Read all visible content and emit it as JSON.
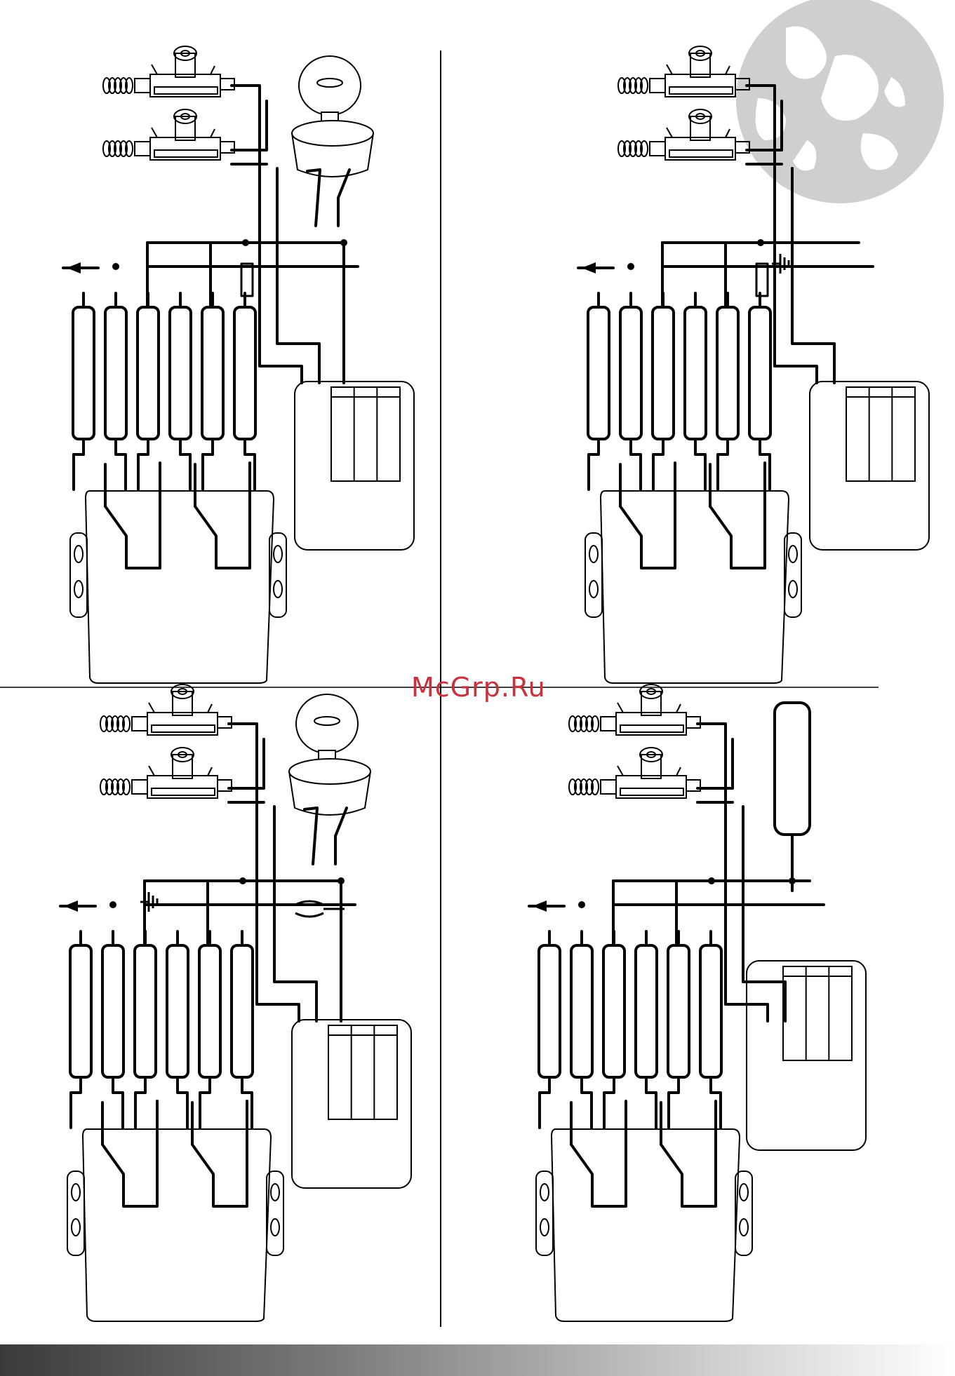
{
  "watermark": {
    "text": "McGrp.Ru",
    "color": "#c8323c"
  },
  "colors": {
    "line": "#000000",
    "fill_light": "#f2f2f2",
    "globe": "#cfcfcf",
    "bar_dark": "#3a3a3a"
  },
  "panels": [
    {
      "id": "top-left",
      "actuators": 2,
      "has_key_switch": true,
      "has_fuse": true,
      "has_ground": false,
      "has_antenna_module": false,
      "has_wire_cutter": false
    },
    {
      "id": "top-right",
      "actuators": 2,
      "has_key_switch": false,
      "has_fuse": true,
      "has_ground": true,
      "has_antenna_module": false,
      "has_wire_cutter": false
    },
    {
      "id": "bottom-left",
      "actuators": 2,
      "has_key_switch": true,
      "has_fuse": false,
      "has_ground": true,
      "has_antenna_module": false,
      "has_wire_cutter": true
    },
    {
      "id": "bottom-right",
      "actuators": 2,
      "has_key_switch": false,
      "has_fuse": false,
      "has_ground": true,
      "has_antenna_module": true,
      "has_wire_cutter": false
    }
  ]
}
